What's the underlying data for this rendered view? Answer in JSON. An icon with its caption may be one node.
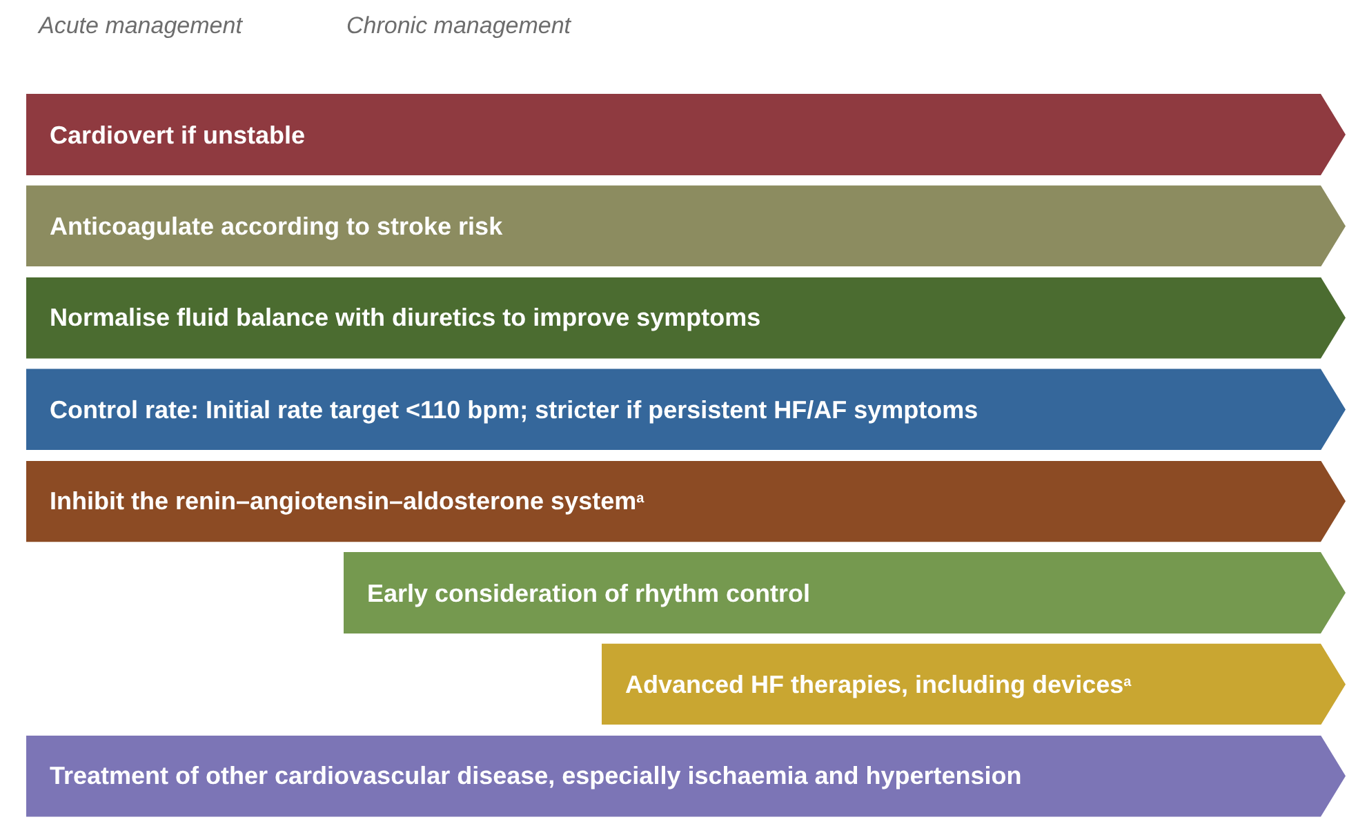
{
  "diagram": {
    "nodes": [
      {
        "text": [
          "Cardiovert if unstable"
        ]
      },
      {
        "text": [
          "Anticoagulate according to stroke risk"
        ]
      },
      {
        "text": [
          "Normalise fluid balance with diuretics to improve symptoms"
        ]
      },
      {
        "text": [
          "Control rate: Initial rate target <110 bpm; stricter if persistent HF/AF symptoms"
        ]
      },
      {
        "text": [
          "Inhibit the renin–angiotensin–aldosterone system$^{a}$"
        ]
      },
      {
        "text": [
          "Early consideration of rhythm control"
        ]
      },
      {
        "text": [
          "Advanced HF therapies, including devices$^{a}$"
        ]
      },
      {
        "text": [
          "Treatment of other cardiovascular disease, especially ischaemia and hypertension"
        ]
      }
    ],
    "labels": [
      "Acute management",
      "Chronic management"
    ]
  }
}
